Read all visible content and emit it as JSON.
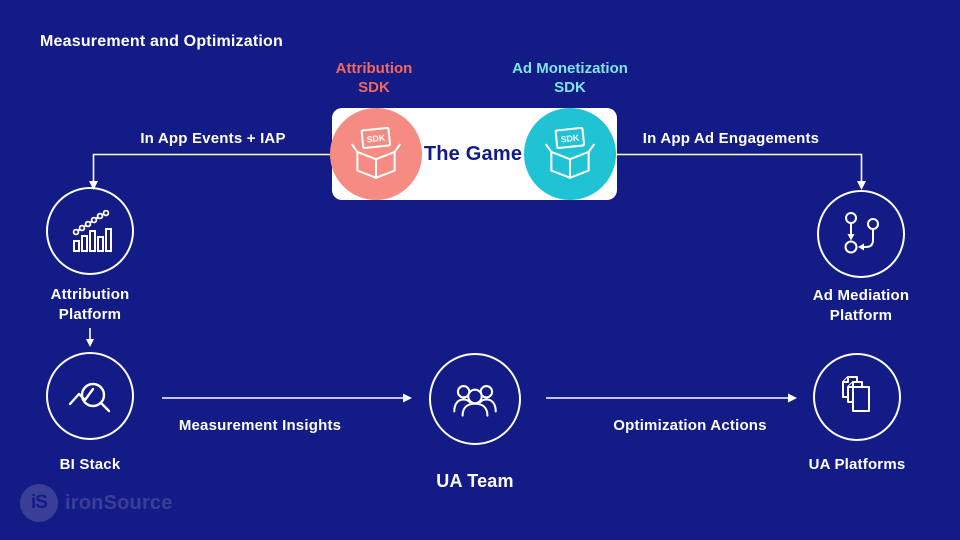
{
  "title": "Measurement and Optimization",
  "badges": {
    "attribution": {
      "line1": "Attribution",
      "line2": "SDK"
    },
    "monetization": {
      "line1": "Ad Monetization",
      "line2": "SDK"
    }
  },
  "game": {
    "label": "The Game",
    "sdk_text": "SDK"
  },
  "flows": {
    "events": "In App Events + IAP",
    "engagements": "In App Ad Engagements",
    "insights": "Measurement Insights",
    "actions": "Optimization Actions"
  },
  "nodes": {
    "attribution_platform": {
      "line1": "Attribution",
      "line2": "Platform"
    },
    "ad_mediation": {
      "line1": "Ad Mediation",
      "line2": "Platform"
    },
    "bi_stack": {
      "label": "BI Stack"
    },
    "ua_team": {
      "label": "UA Team"
    },
    "ua_platforms": {
      "label": "UA Platforms"
    }
  },
  "logo": {
    "mark": "iS",
    "text": "ironSource"
  },
  "colors": {
    "background": "#131b87",
    "attribution_accent": "#f4685c",
    "attribution_circle": "#f58b82",
    "monetization_accent": "#7ee3ea",
    "monetization_circle": "#1fc3d4",
    "line": "#ffffff",
    "game_text": "#131b87",
    "logo": "#3e4299"
  }
}
